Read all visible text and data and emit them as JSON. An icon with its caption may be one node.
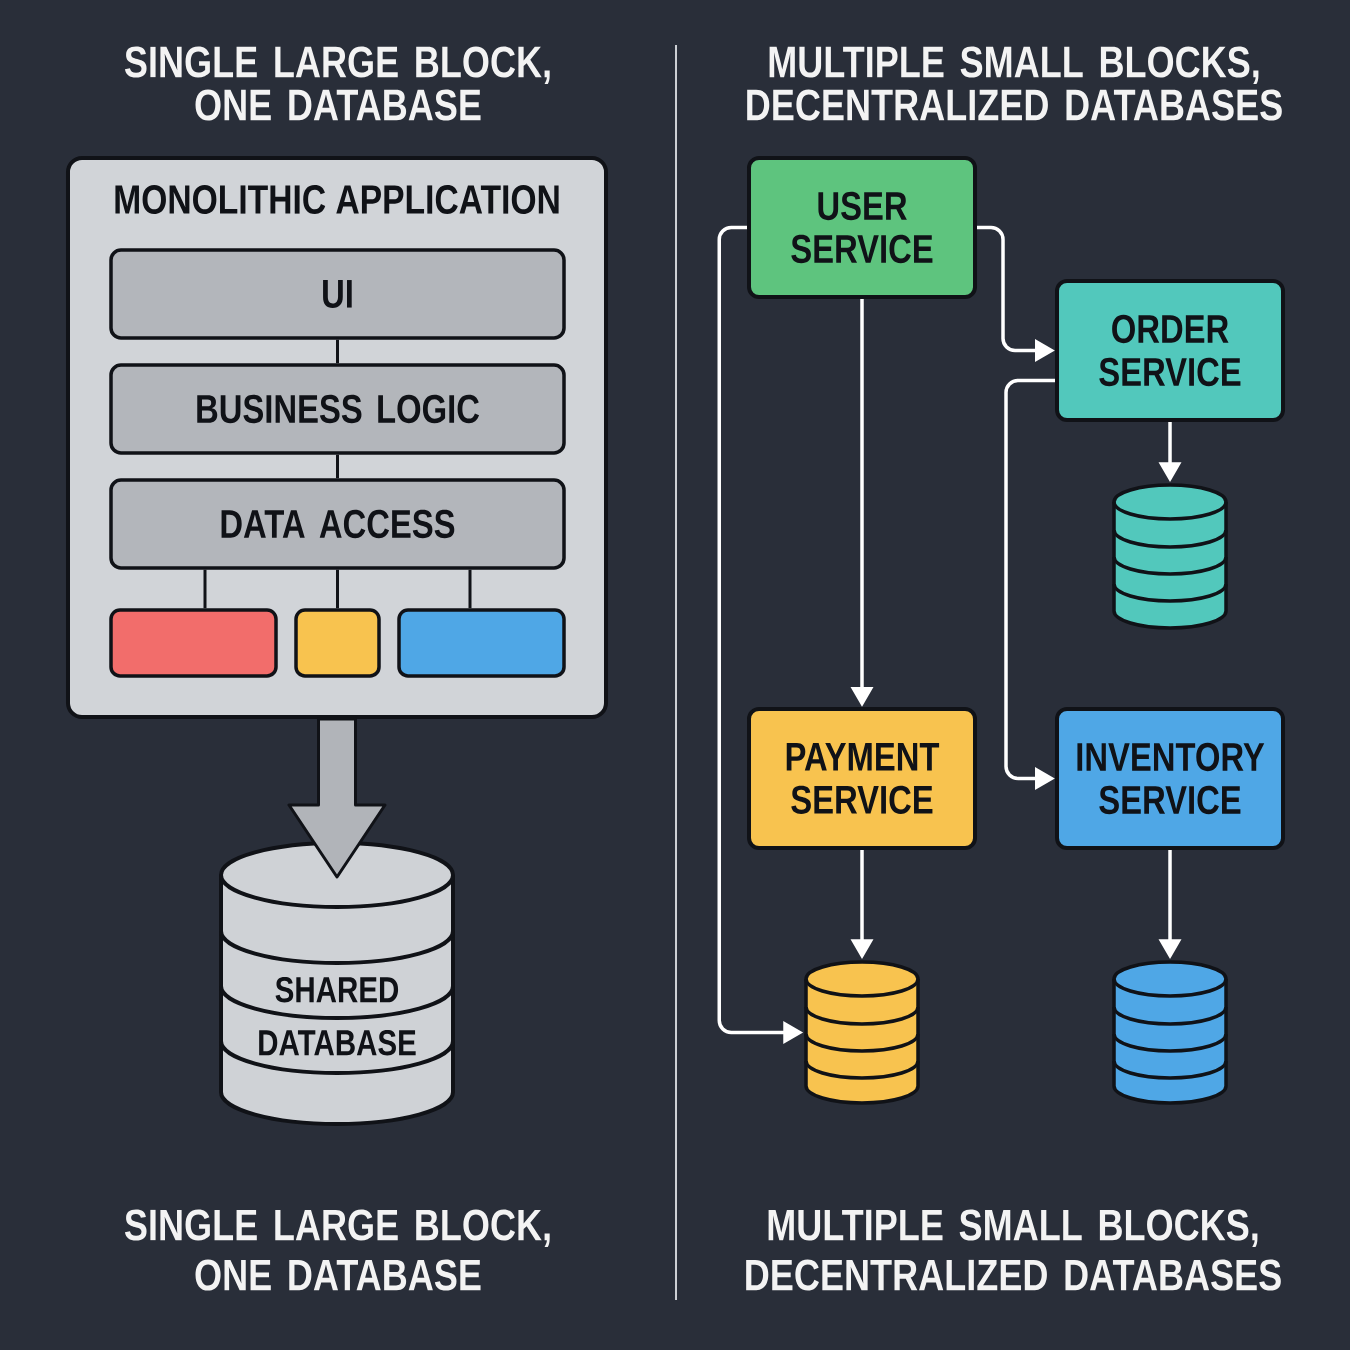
{
  "diagram": {
    "nodes": [
      {
        "text": [
          "MONOLITHIC APPLICATION"
        ]
      },
      {
        "text": [
          "UI"
        ],
        "in": 0
      },
      {
        "text": [
          "BUSINESS LOGIC"
        ],
        "in": 0
      },
      {
        "text": [
          "DATA ACCESS"
        ],
        "in": 0
      },
      {
        "text": [],
        "shape": "box",
        "in": 0
      },
      {
        "text": [],
        "shape": "box",
        "in": 0
      },
      {
        "text": [],
        "shape": "box",
        "in": 0
      },
      {
        "text": [
          "SHARED DATABASE"
        ]
      },
      {
        "text": [
          "USER SERVICE"
        ]
      },
      {
        "text": [
          "ORDER SERVICE"
        ]
      },
      {
        "text": [],
        "shape": "cylinder"
      },
      {
        "text": [
          "PAYMENT SERVICE"
        ]
      },
      {
        "text": [
          "INVENTORY SERVICE"
        ]
      },
      {
        "text": [],
        "shape": "cylinder"
      },
      {
        "text": [],
        "shape": "cylinder"
      }
    ],
    "edges": [
      {
        "from": 1,
        "to": 2,
        "arrow": "none",
        "color": "#101217"
      },
      {
        "from": 2,
        "to": 3,
        "arrow": "none",
        "color": "#101217"
      },
      {
        "from": 3,
        "to": 4,
        "arrow": "none",
        "color": "#101217"
      },
      {
        "from": 3,
        "to": 5,
        "arrow": "none",
        "color": "#101217"
      },
      {
        "from": 3,
        "to": 6,
        "arrow": "none",
        "color": "#101217"
      },
      {
        "from": 0,
        "to": 7,
        "arrow": "to",
        "style": "thick",
        "color": "#b1b4b9"
      },
      {
        "from": 8,
        "to": 11,
        "arrow": "to"
      },
      {
        "from": 8,
        "to": 9,
        "arrow": "to"
      },
      {
        "from": 8,
        "to": 13,
        "arrow": "to"
      },
      {
        "from": 9,
        "to": 10,
        "arrow": "to"
      },
      {
        "from": 9,
        "to": 12,
        "arrow": "to"
      },
      {
        "from": 11,
        "to": 13,
        "arrow": "to"
      },
      {
        "from": 12,
        "to": 14,
        "arrow": "to"
      }
    ],
    "labels": [
      "SINGLE LARGE BLOCK, ONE DATABASE",
      "MULTIPLE SMALL BLOCKS, DECENTRALIZED DATABASES",
      "SINGLE LARGE BLOCK, ONE DATABASE",
      "MULTIPLE SMALL BLOCKS, DECENTRALIZED DATABASES"
    ]
  }
}
